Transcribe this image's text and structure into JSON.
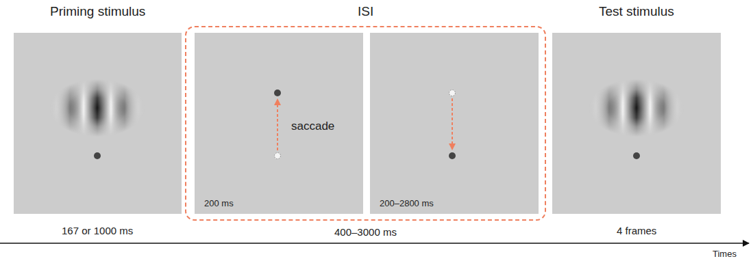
{
  "diagram": {
    "nodes": [
      {
        "text": [
          "Priming stimulus",
          "167 or 1000 ms"
        ]
      },
      {
        "text": [
          "ISI",
          "400–3000 ms"
        ]
      },
      {
        "text": [
          "200 ms",
          "saccade"
        ],
        "in": 1
      },
      {
        "text": [
          "200–2800 ms"
        ],
        "in": 1
      },
      {
        "text": [
          "Test stimulus",
          "4 frames"
        ]
      }
    ],
    "labels": [
      "Times"
    ]
  }
}
